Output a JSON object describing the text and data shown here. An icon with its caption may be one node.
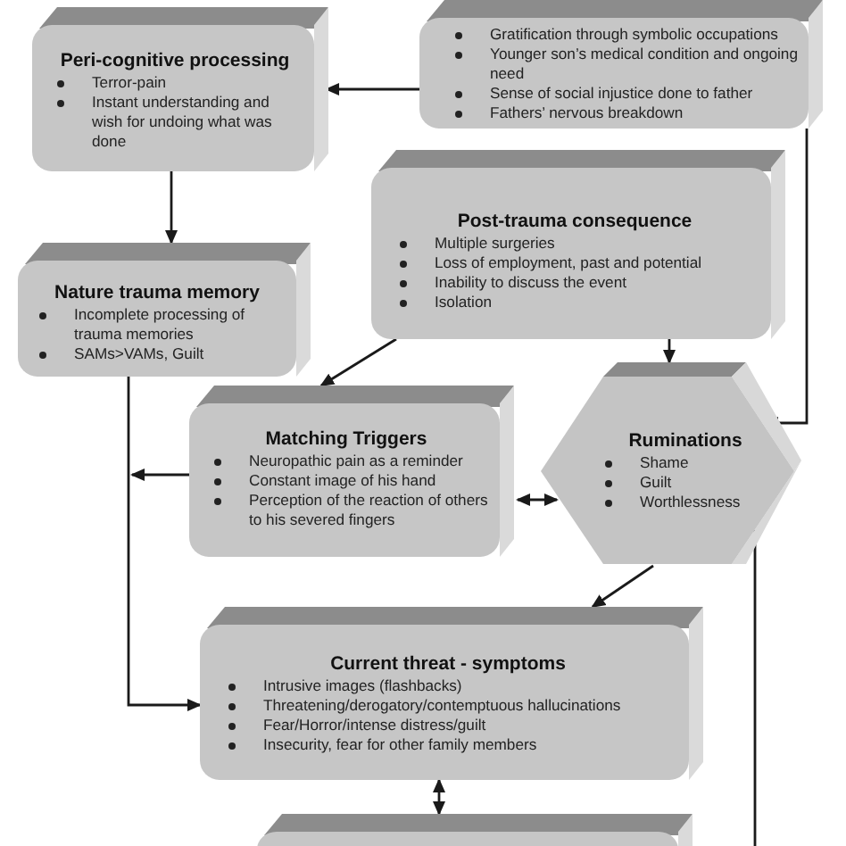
{
  "diagram": {
    "nodes": [
      {
        "text": [
          "Gratification through symbolic occupations",
          "Younger son’s medical condition and ongoing need",
          "Sense of social injustice done to father",
          "Fathers’ nervous breakdown"
        ]
      },
      {
        "text": [
          "Peri-cognitive processing",
          "Terror-pain",
          "Instant understanding and wish for undoing what was done"
        ]
      },
      {
        "text": [
          "Post-trauma consequence",
          "Multiple surgeries",
          "Loss of employment, past and potential",
          "Inability to discuss the event",
          "Isolation"
        ]
      },
      {
        "text": [
          "Nature trauma memory",
          "Incomplete processing of trauma memories",
          "SAMs>VAMs, Guilt"
        ]
      },
      {
        "text": [
          "Matching Triggers",
          "Neuropathic pain as a reminder",
          "Constant image of his hand",
          "Perception of the reaction of others to his severed fingers"
        ]
      },
      {
        "text": [
          "Ruminations",
          "Shame",
          "Guilt",
          "Worthlessness"
        ]
      },
      {
        "text": [
          "Current threat - symptoms",
          "Intrusive images (flashbacks)",
          "Threatening/derogatory/contemptuous hallucinations",
          "Fear/Horror/intense distress/guilt",
          "Insecurity, fear for other family members"
        ]
      },
      {
        "text": [],
        "shape": "box"
      }
    ],
    "edges": [
      {
        "from": 0,
        "to": 1,
        "arrow": "to"
      },
      {
        "from": 1,
        "to": 3,
        "arrow": "to"
      },
      {
        "from": 0,
        "to": 5,
        "arrow": "to"
      },
      {
        "from": 2,
        "to": 4,
        "arrow": "to"
      },
      {
        "from": 2,
        "to": 5,
        "arrow": "to"
      },
      {
        "from": 3,
        "to": 6,
        "arrow": "to"
      },
      {
        "from": 4,
        "to": 6,
        "arrow": "to"
      },
      {
        "from": 4,
        "to": 5,
        "arrow": "both"
      },
      {
        "from": 5,
        "to": 6,
        "arrow": "to"
      },
      {
        "from": 6,
        "to": 7,
        "arrow": "both"
      },
      {
        "from": 5,
        "to": null,
        "arrow": "none"
      }
    ]
  }
}
